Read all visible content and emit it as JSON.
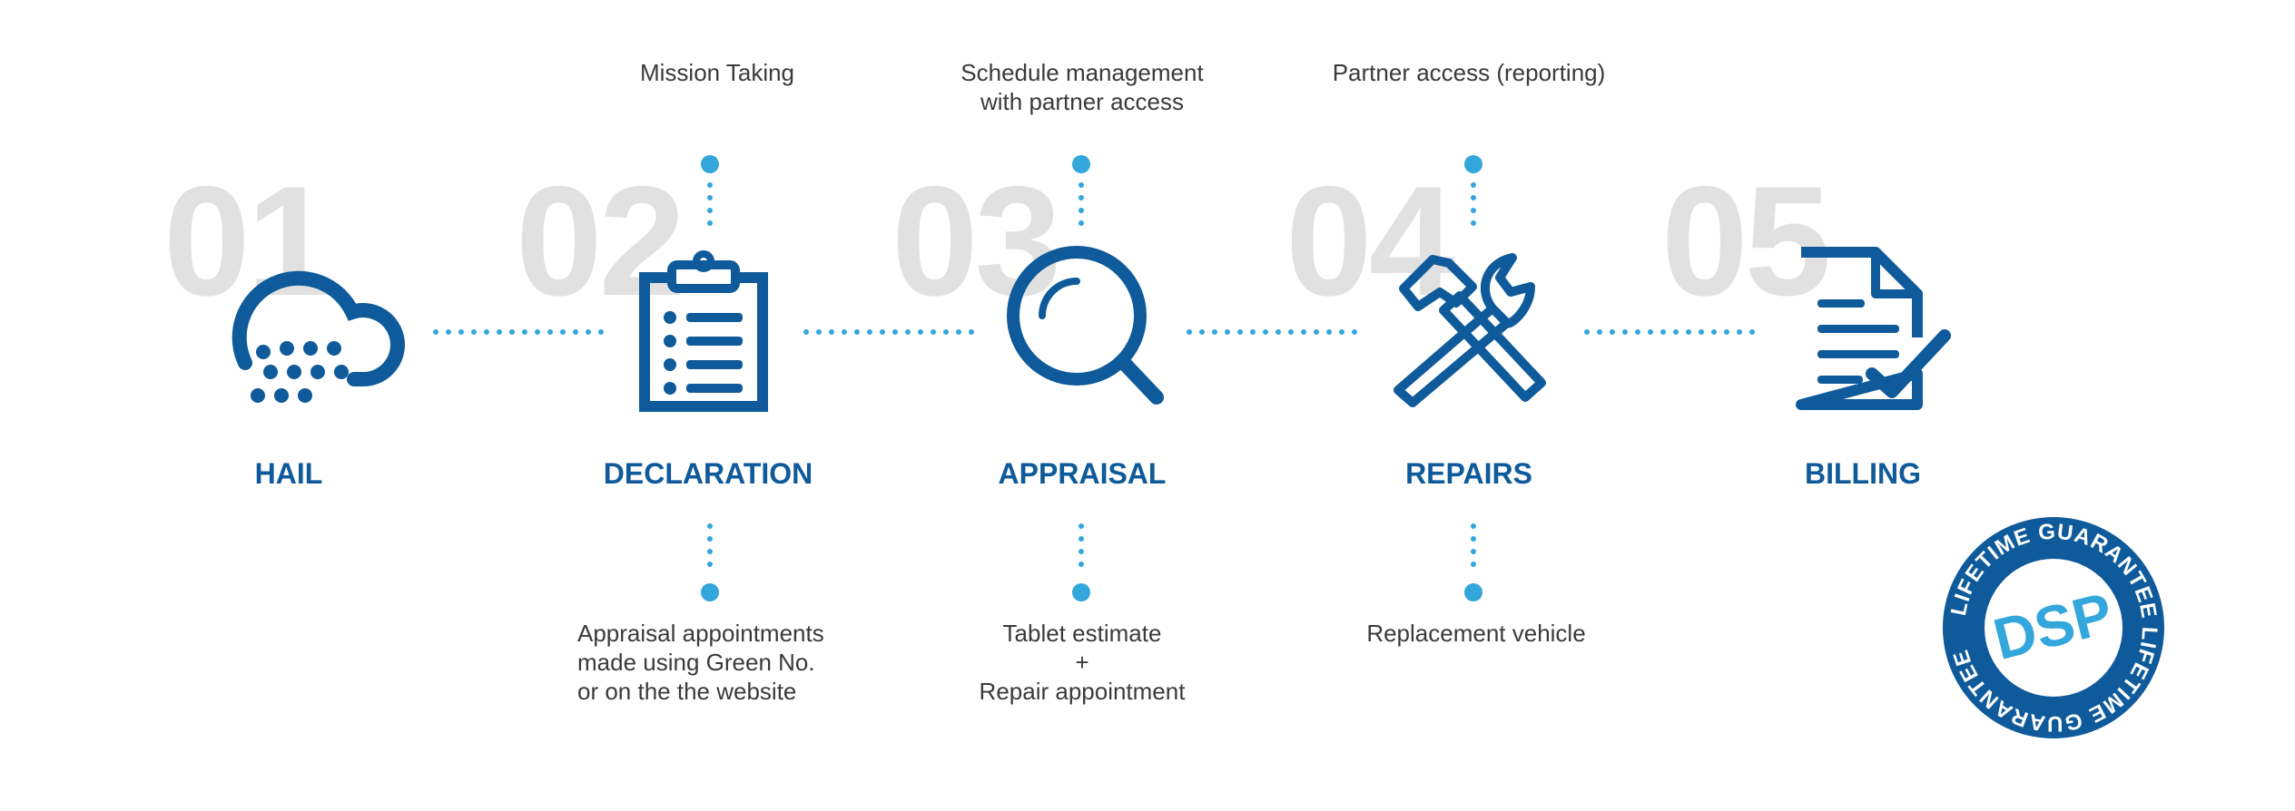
{
  "steps": [
    {
      "number": "01",
      "label": "HAIL",
      "icon": "hail-cloud-icon"
    },
    {
      "number": "02",
      "label": "DECLARATION",
      "icon": "clipboard-icon"
    },
    {
      "number": "03",
      "label": "APPRAISAL",
      "icon": "magnifier-icon"
    },
    {
      "number": "04",
      "label": "REPAIRS",
      "icon": "tools-icon"
    },
    {
      "number": "05",
      "label": "BILLING",
      "icon": "document-check-icon"
    }
  ],
  "top_notes": {
    "declaration": "Mission Taking",
    "appraisal": [
      "Schedule management",
      "with partner access"
    ],
    "repairs": "Partner access (reporting)"
  },
  "bottom_notes": {
    "declaration": [
      "Appraisal appointments",
      "made using Green No.",
      "or on the the website"
    ],
    "appraisal": [
      "Tablet estimate",
      "+",
      "Repair appointment"
    ],
    "repairs": "Replacement vehicle"
  },
  "badge": {
    "center_text": "DSP",
    "ring_text": "LIFETIME GUARANTEE LIFETIME GUARANTEE"
  },
  "colors": {
    "primary": "#0e5a9a",
    "accent": "#33a6dc",
    "number": "#e1e1e1",
    "text": "#3a3a3a"
  }
}
